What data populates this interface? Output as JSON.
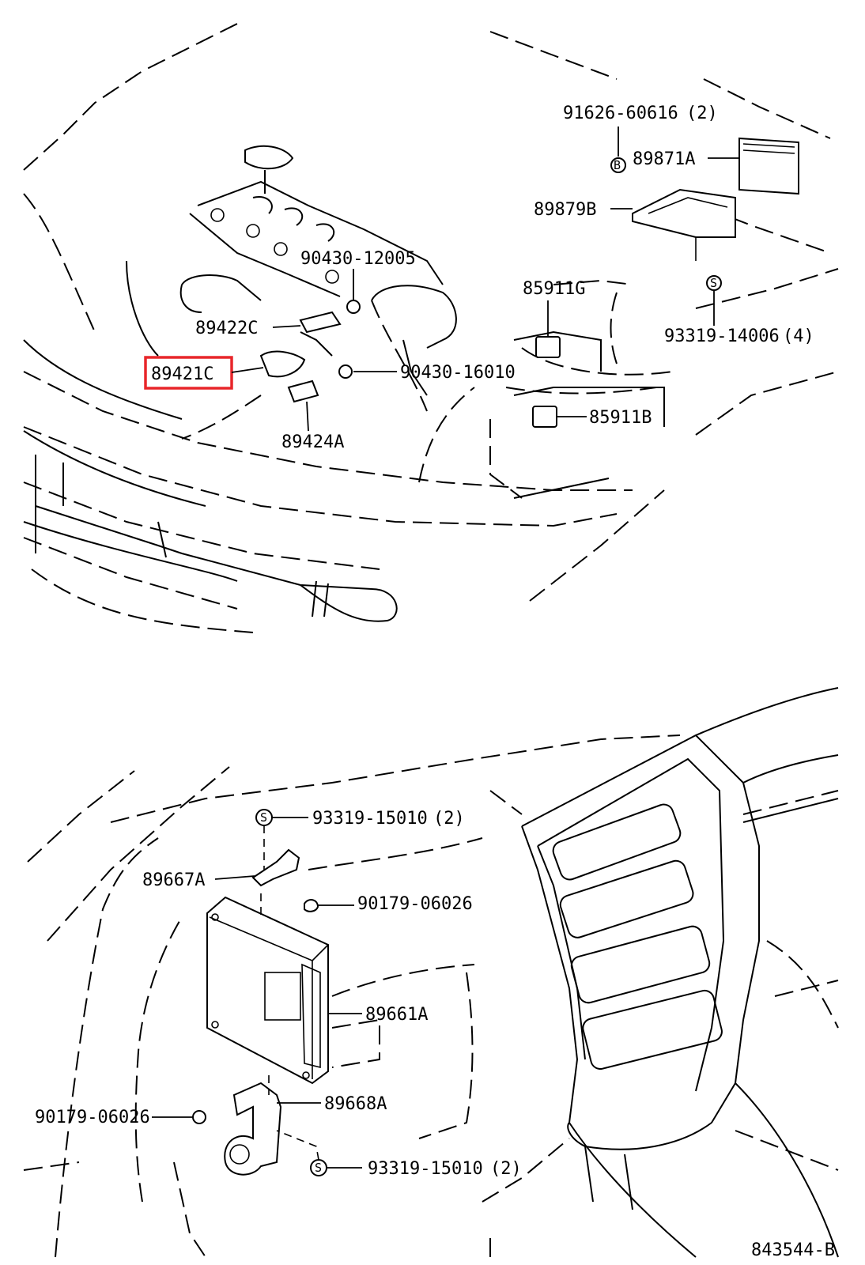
{
  "diagram": {
    "highlight_color": "#e8262a",
    "highlighted_part": "89421C",
    "drawing_number": "843544-B",
    "parts": {
      "p1": {
        "number": "91626-60616",
        "qty": "(2)"
      },
      "p2": {
        "number": "89871A"
      },
      "p3": {
        "number": "89879B"
      },
      "p4": {
        "number": "90430-12005"
      },
      "p5": {
        "number": "85911G"
      },
      "p6": {
        "number": "89422C"
      },
      "p7": {
        "number": "93319-14006",
        "qty": "(4)"
      },
      "p8": {
        "number": "89421C"
      },
      "p9": {
        "number": "90430-16010"
      },
      "p10": {
        "number": "85911B"
      },
      "p11": {
        "number": "89424A"
      },
      "p12": {
        "number": "93319-15010",
        "qty": "(2)"
      },
      "p13": {
        "number": "89667A"
      },
      "p14": {
        "number": "90179-06026"
      },
      "p15": {
        "number": "89661A"
      },
      "p16": {
        "number": "90179-06026"
      },
      "p17": {
        "number": "89668A"
      },
      "p18": {
        "number": "93319-15010",
        "qty": "(2)"
      }
    },
    "symbols": {
      "bolt_b": {
        "icon": "bolt-b-icon",
        "letter": "B"
      },
      "screw_s": {
        "icon": "screw-s-icon",
        "letter": "S"
      }
    }
  }
}
